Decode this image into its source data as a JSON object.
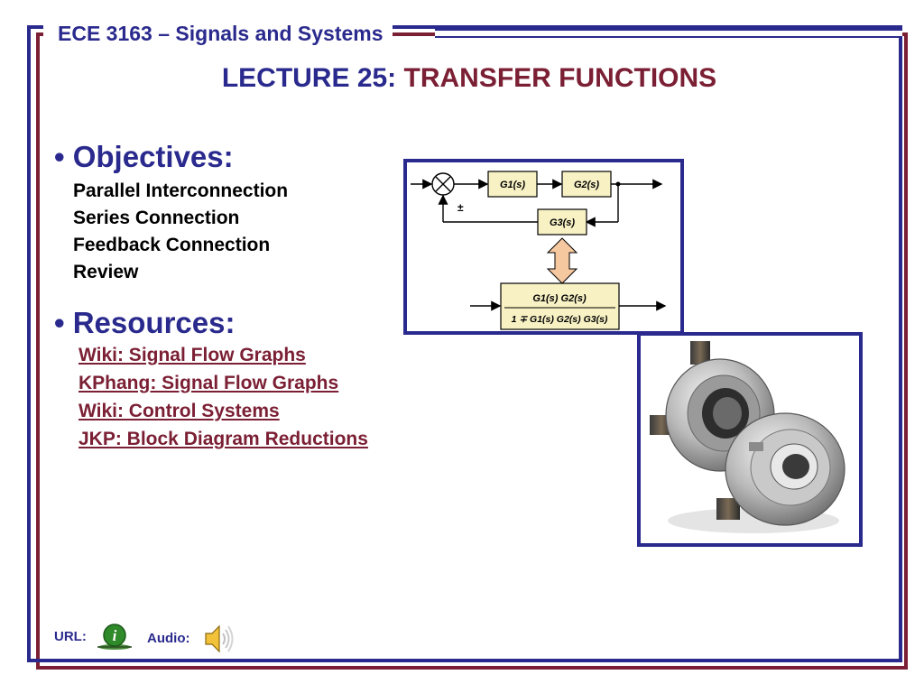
{
  "header": {
    "course": "ECE 3163 – Signals and Systems",
    "lecture_lead": "LECTURE 25:",
    "lecture_topic": "TRANSFER FUNCTIONS"
  },
  "objectives": {
    "heading": "• Objectives:",
    "items": [
      "Parallel Interconnection",
      "Series Connection",
      "Feedback Connection",
      "Review"
    ]
  },
  "resources": {
    "heading": "• Resources:",
    "links": [
      "Wiki: Signal Flow Graphs",
      "KPhang: Signal Flow Graphs",
      "Wiki: Control Systems",
      "JKP: Block Diagram Reductions"
    ]
  },
  "diagram": {
    "g1": "G1(s)",
    "g2": "G2(s)",
    "g3": "G3(s)",
    "sign": "±",
    "numerator": "G1(s) G2(s)",
    "denominator": "1 ∓ G1(s) G2(s) G3(s)"
  },
  "footer": {
    "url_label": "URL:",
    "audio_label": "Audio:"
  },
  "colors": {
    "navy": "#2a2a8e",
    "maroon": "#7b1f34",
    "block_fill": "#f7f1c4",
    "arrow_fill": "#f6c8a0"
  },
  "icons": [
    "info-icon",
    "speaker-icon"
  ]
}
